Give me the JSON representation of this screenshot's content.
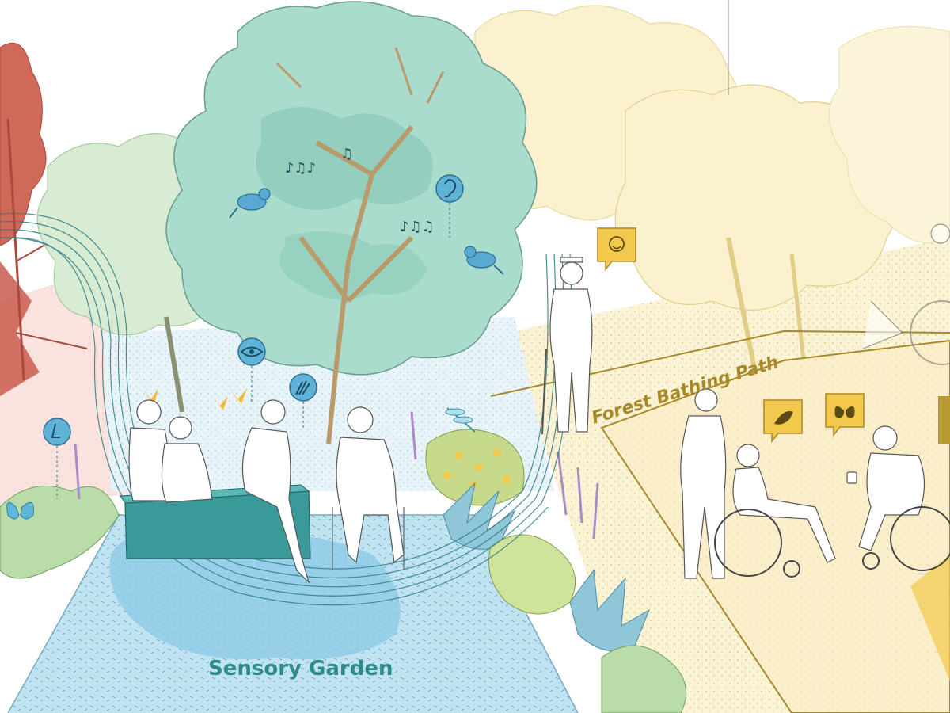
{
  "labels": {
    "sensory_garden": "Sensory Garden",
    "forest_bathing_path": "Forest Bathing Path"
  },
  "sensory_icons": [
    {
      "name": "nose-icon",
      "sense": "smell"
    },
    {
      "name": "eye-icon",
      "sense": "sight"
    },
    {
      "name": "hand-icon",
      "sense": "touch"
    },
    {
      "name": "ear-icon",
      "sense": "hearing"
    }
  ],
  "callout_icons": [
    "smiley-icon",
    "bird-icon",
    "butterfly-icon"
  ],
  "colors": {
    "sensory_teal": "#2e8a8c",
    "forest_gold": "#a8892a",
    "tree_teal": "#a7d9cb",
    "water_blue": "#9fd3ea",
    "path_cream": "#f8efcf",
    "red_tree": "#c4574b",
    "icon_blue": "#5fb3d6",
    "callout_yellow": "#f2c94c"
  }
}
